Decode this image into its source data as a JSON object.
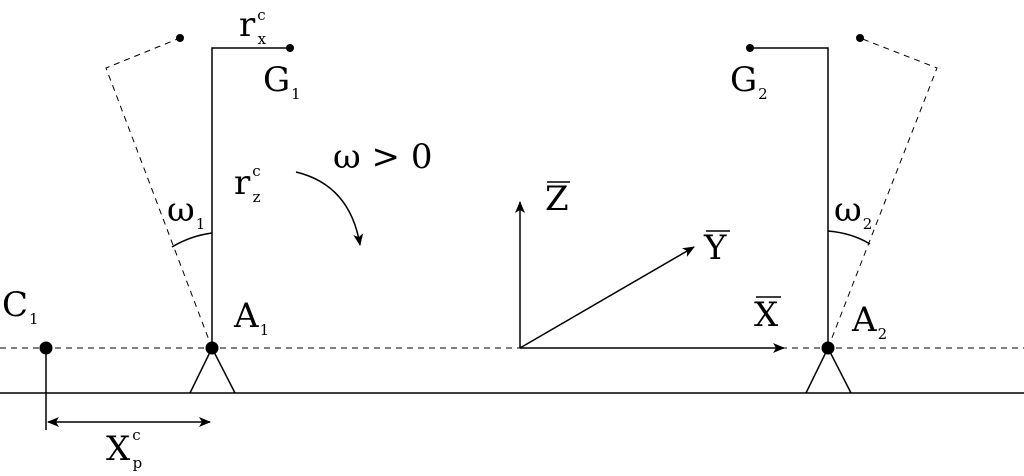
{
  "labels": {
    "rx": {
      "main": "r",
      "sup": "c",
      "sub": "x"
    },
    "rz": {
      "main": "r",
      "sup": "c",
      "sub": "z"
    },
    "g1": {
      "main": "G",
      "sub": "1"
    },
    "g2": {
      "main": "G",
      "sub": "2"
    },
    "omega_cond": "ω > 0",
    "omega1": {
      "main": "ω",
      "sub": "1"
    },
    "omega2": {
      "main": "ω",
      "sub": "2"
    },
    "c1": {
      "main": "C",
      "sub": "1"
    },
    "a1": {
      "main": "A",
      "sub": "1"
    },
    "a2": {
      "main": "A",
      "sub": "2"
    },
    "xp": {
      "main": "X",
      "sup": "c",
      "sub": "p"
    },
    "axis_z": "Z",
    "axis_y": "Y",
    "axis_x": "X"
  }
}
